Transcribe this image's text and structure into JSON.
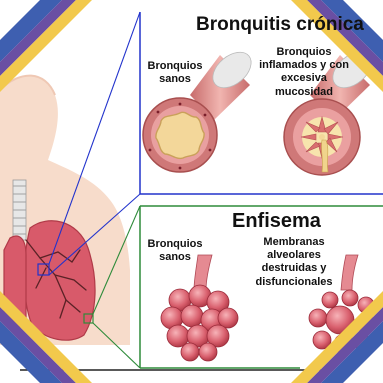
{
  "colors": {
    "corner_blue": "#3e5fb0",
    "corner_purple": "#6a4fa3",
    "corner_yellow": "#f2c94c",
    "skin": "#f7dccb",
    "lung": "#d85a6a",
    "bronchus_wall": "#d98a8a",
    "mucus": "#f3d79a",
    "bronchitis_frame": "#2233cc",
    "emphysema_frame": "#2e8b3a"
  },
  "bronchitis": {
    "title": "Bronquitis crónica",
    "healthy_label": "Bronquios sanos",
    "inflamed_label": "Bronquios inflamados y con excesiva mucosidad"
  },
  "emphysema": {
    "title": "Enfisema",
    "healthy_label": "Bronquios sanos",
    "damaged_label": "Membranas alveolares destruidas y disfuncionales"
  }
}
